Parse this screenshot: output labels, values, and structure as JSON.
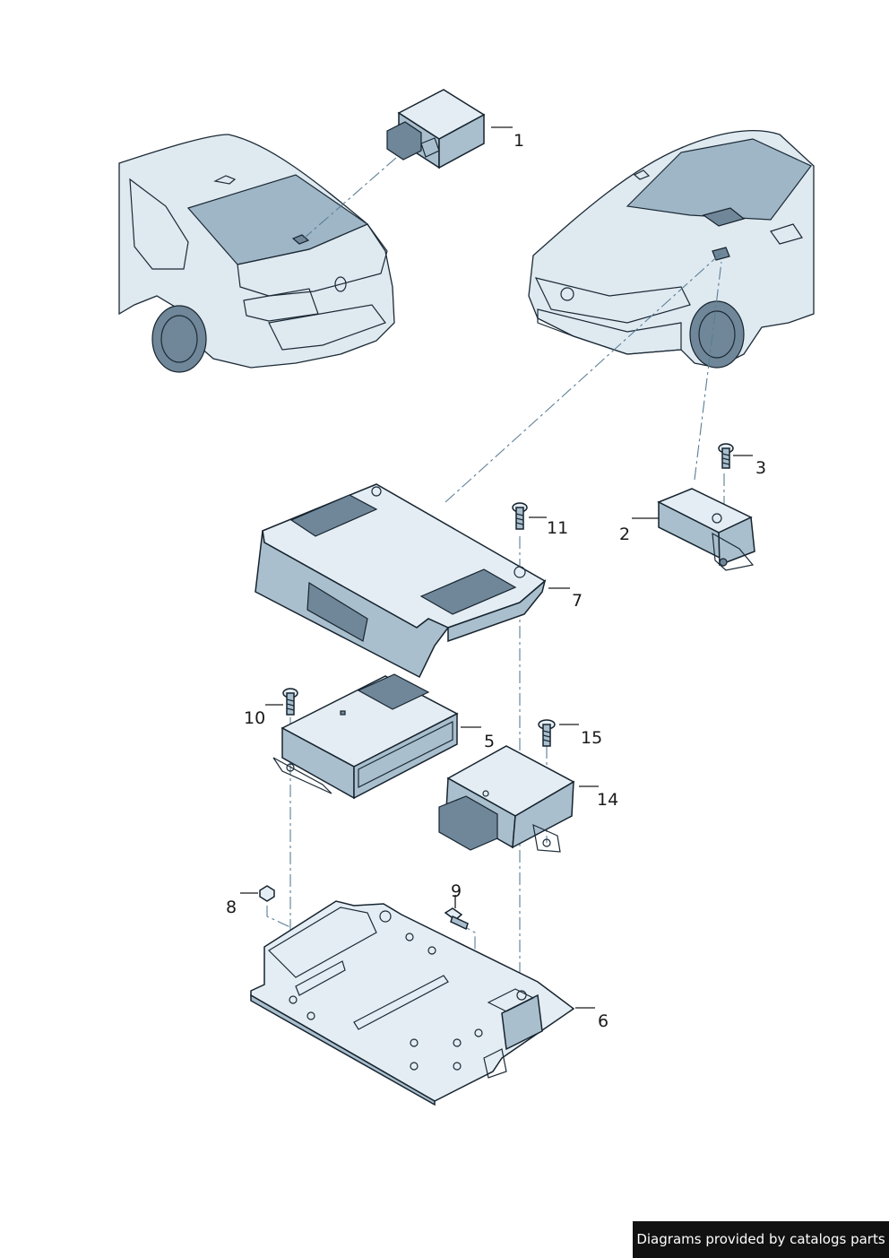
{
  "callouts": {
    "c1": "1",
    "c2": "2",
    "c3": "3",
    "c5": "5",
    "c6": "6",
    "c7": "7",
    "c8": "8",
    "c9": "9",
    "c10": "10",
    "c11": "11",
    "c14": "14",
    "c15": "15"
  },
  "footer": {
    "credit": "Diagrams provided by catalogs parts"
  },
  "colors": {
    "part_light": "#e3edf3",
    "part_shade": "#aabfcd",
    "leader_dash": "#5a7e96",
    "footer_bg": "#111111"
  }
}
